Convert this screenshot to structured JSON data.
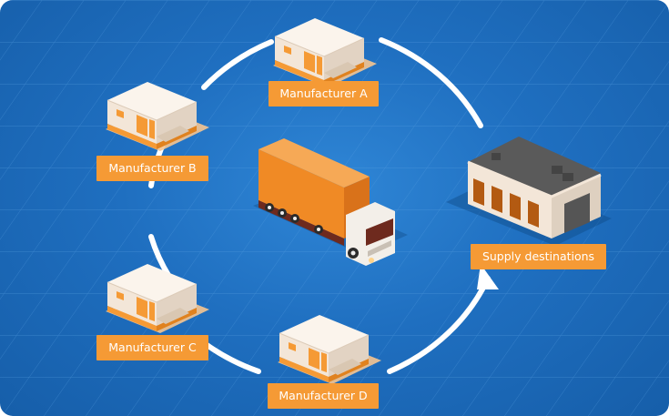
{
  "labels": {
    "manufacturer_a": "Manufacturer A",
    "manufacturer_b": "Manufacturer B",
    "manufacturer_c": "Manufacturer C",
    "manufacturer_d": "Manufacturer D",
    "supply_destinations": "Supply destinations"
  },
  "colors": {
    "background": "#1f6fc0",
    "label_fill": "#f59a35",
    "label_text": "#ffffff",
    "ring": "#ffffff",
    "truck_cargo": "#f08a25",
    "building_wall": "#f3e6d8",
    "building_base": "#f59a35",
    "warehouse_roof": "#5a5a5a"
  },
  "icons": {
    "flow_ring": "ring-arrow-icon",
    "truck": "delivery-truck-icon",
    "factory": "factory-building-icon",
    "warehouse": "warehouse-icon"
  }
}
